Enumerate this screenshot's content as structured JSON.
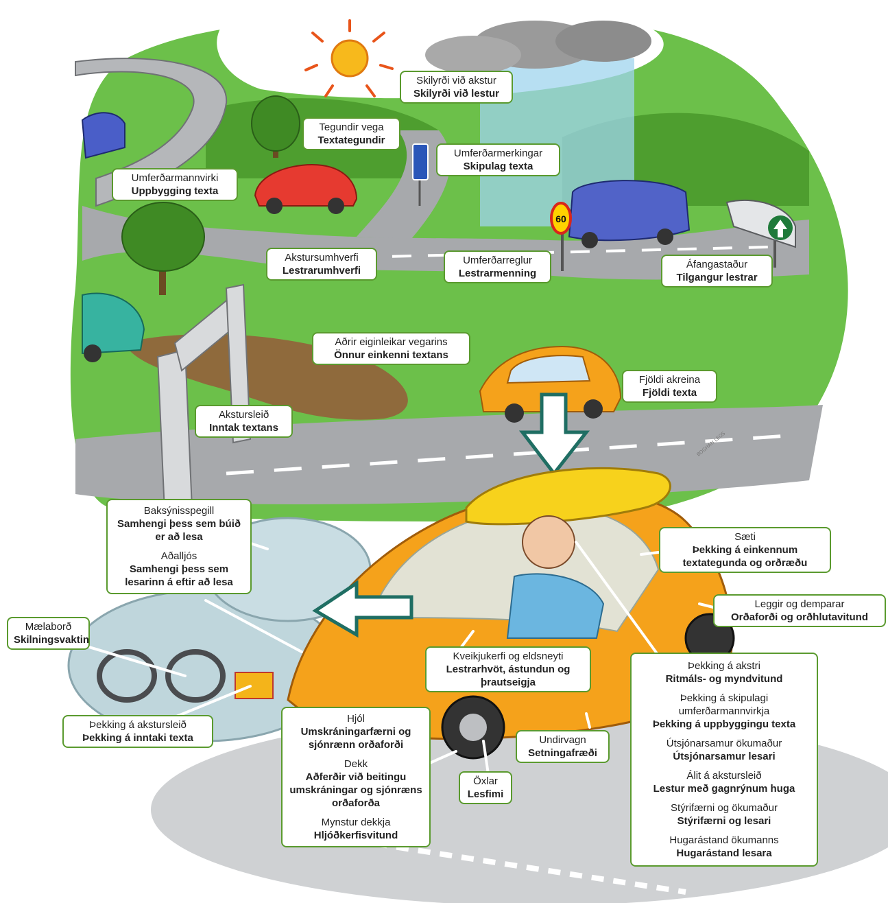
{
  "colors": {
    "grass": "#6cc04a",
    "grass_dark": "#4e9e2f",
    "road": "#a7a9ac",
    "label_border": "#5a9a2e",
    "car_orange": "#f5a21b",
    "sun": "#f7b91c",
    "rain": "#9fd4ee"
  },
  "credit": "BOGHAN LEOS",
  "labels": {
    "conditions": {
      "a": "Skilyrði við akstur",
      "b": "Skilyrði við lestur"
    },
    "road_types": {
      "a": "Tegundir vega",
      "b": "Textategundir"
    },
    "signs": {
      "a": "Umferðarmerkingar",
      "b": "Skipulag texta"
    },
    "structures": {
      "a": "Umferðarmannvirki",
      "b": "Uppbygging texta"
    },
    "environment": {
      "a": "Akstursumhverfi",
      "b": "Lestrarumhverfi"
    },
    "rules": {
      "a": "Umferðarreglur",
      "b": "Lestrarmenning"
    },
    "destination": {
      "a": "Áfangastaður",
      "b": "Tilgangur lestrar"
    },
    "road_features": {
      "a": "Aðrir eiginleikar vegarins",
      "b": "Önnur einkenni textans"
    },
    "lanes": {
      "a": "Fjöldi akreina",
      "b": "Fjöldi texta"
    },
    "route": {
      "a": "Akstursleið",
      "b": "Inntak textans"
    },
    "mirror": {
      "a": "Baksýnisspegill",
      "b": "Samhengi þess sem búið er að lesa",
      "c": "Aðalljós",
      "d": "Samhengi þess sem lesarinn á eftir að lesa"
    },
    "seat": {
      "a": "Sæti",
      "b": "Þekking á einkennum textategunda og orðræðu"
    },
    "suspension": {
      "a": "Leggir og demparar",
      "b": "Orðaforði og orðhlutavitund"
    },
    "dashboard": {
      "a": "Mælaborð",
      "b": "Skilningsvaktin"
    },
    "ignition": {
      "a": "Kveikjukerfi og eldsneyti",
      "b": "Lestrarhvöt, ástundun og þrautseigja"
    },
    "route_knowledge": {
      "a": "Þekking á akstursleið",
      "b": "Þekking á inntaki texta"
    },
    "wheel": {
      "a": "Hjól",
      "b": "Umskráningarfærni og sjónrænn orðaforði",
      "c": "Dekk",
      "d": "Aðferðir við beitingu umskráningar og sjónræns orðaforða",
      "e": "Mynstur dekkja",
      "f": "Hljóðkerfisvitund"
    },
    "axles": {
      "a": "Öxlar",
      "b": "Lesfimi"
    },
    "chassis": {
      "a": "Undirvagn",
      "b": "Setningafræði"
    },
    "driver": {
      "a1": "Þekking á akstri",
      "b1": "Ritmáls- og myndvitund",
      "a2": "Þekking á skipulagi umferðarmannvirkja",
      "b2": "Þekking á uppbyggingu texta",
      "a3": "Útsjónarsamur ökumaður",
      "b3": "Útsjónarsamur lesari",
      "a4": "Álit á akstursleið",
      "b4": "Lestur með gagnrýnum huga",
      "a5": "Stýrifærni og ökumaður",
      "b5": "Stýrifærni og lesari",
      "a6": "Hugarástand ökumanns",
      "b6": "Hugarástand lesara"
    }
  },
  "speed_sign": "60"
}
